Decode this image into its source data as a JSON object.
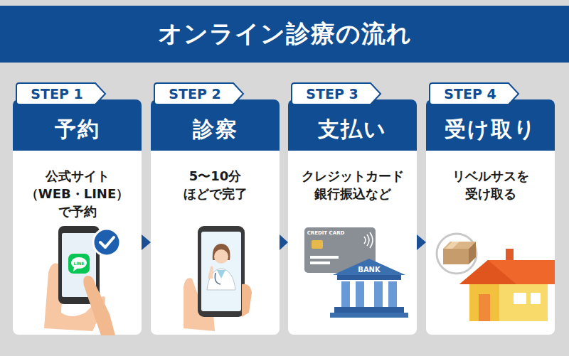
{
  "diagram": {
    "title": "オンライン診療の流れ",
    "nodes": [
      {
        "text": [
          "公式サイト （WEB・LINE） で予約"
        ]
      },
      {
        "text": [
          "STEP 1"
        ],
        "in": 0
      },
      {
        "text": [
          "予約"
        ],
        "in": 0
      },
      {
        "text": [
          "5〜10分 ほどで完了"
        ]
      },
      {
        "text": [
          "STEP 2"
        ],
        "in": 3
      },
      {
        "text": [
          "診察"
        ],
        "in": 3
      },
      {
        "text": [
          "クレジットカード 銀行振込など"
        ]
      },
      {
        "text": [
          "STEP 3"
        ],
        "in": 6
      },
      {
        "text": [
          "支払い"
        ],
        "in": 6
      },
      {
        "text": [
          "リベルサスを 受け取る"
        ]
      },
      {
        "text": [
          "STEP 4"
        ],
        "in": 9
      },
      {
        "text": [
          "受け取り"
        ],
        "in": 9
      }
    ],
    "edges": [
      {
        "from": 0,
        "to": 3,
        "arrow": "to"
      },
      {
        "from": 3,
        "to": 6,
        "arrow": "to"
      },
      {
        "from": 6,
        "to": 9,
        "arrow": "to"
      }
    ],
    "labels": [
      "LINE",
      "CREDIT CARD",
      "BANK"
    ]
  }
}
